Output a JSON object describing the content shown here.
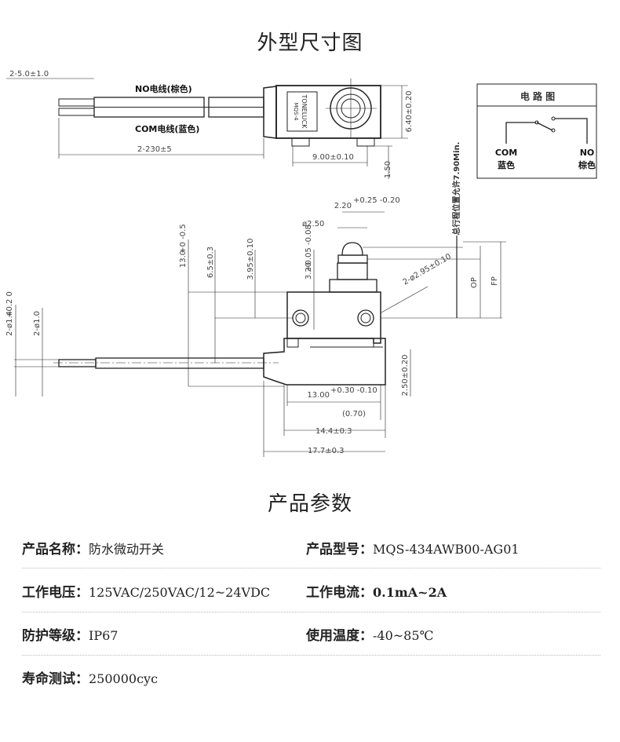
{
  "titles": {
    "outline": "外型尺寸图",
    "params": "产品参数"
  },
  "drawing": {
    "top_view": {
      "no_wire": "NO电线(棕色)",
      "com_wire": "COM电线(蓝色)",
      "strip_len": "2-5.0±1.0",
      "wire_len": "2-230±5",
      "hole_pitch": "9.00±0.10",
      "height": "6.40±0.20",
      "foot": "1.50",
      "brand": "TONELUCK",
      "model_mark": "MQS-4"
    },
    "circuit": {
      "title": "电 路 图",
      "com": "COM",
      "com_color": "蓝色",
      "no": "NO",
      "no_color": "棕色"
    },
    "front_view": {
      "plunger_width": "2.20",
      "plunger_tol": "+0.25 -0.20",
      "plunger_dia": "ø2.50",
      "total_height": "13.0",
      "total_height_tol": "+0 -0.5",
      "d_65": "6.5±0.3",
      "d_395": "3.95±0.10",
      "d_320": "3.20",
      "d_320_tol": "+0.05 -0.08",
      "holes": "2-ø2.95±0.10",
      "d_250": "2.50±0.20",
      "d_1300": "13.00",
      "d_1300_tol": "+0.30 -0.10",
      "d_070": "(0.70)",
      "d_144": "14.4±0.3",
      "d_177": "17.7±0.3",
      "wire_outer": "2-ø1.4",
      "wire_outer_tol": "+0.2 0",
      "wire_inner": "2-ø1.0",
      "travel_note": "总行程位置允许7.90Min.",
      "op": "OP",
      "fp": "FP"
    }
  },
  "params": [
    {
      "label": "产品名称：",
      "value": "防水微动开关"
    },
    {
      "label": "产品型号：",
      "value": "MQS-434AWB00-AG01"
    },
    {
      "label": "工作电压：",
      "value": "125VAC/250VAC/12~24VDC"
    },
    {
      "label": "工作电流：",
      "value": "0.1mA~2A"
    },
    {
      "label": "防护等级：",
      "value": "IP67"
    },
    {
      "label": "使用温度：",
      "value": "-40~85℃"
    },
    {
      "label": "寿命测试：",
      "value": "250000cyc"
    }
  ]
}
